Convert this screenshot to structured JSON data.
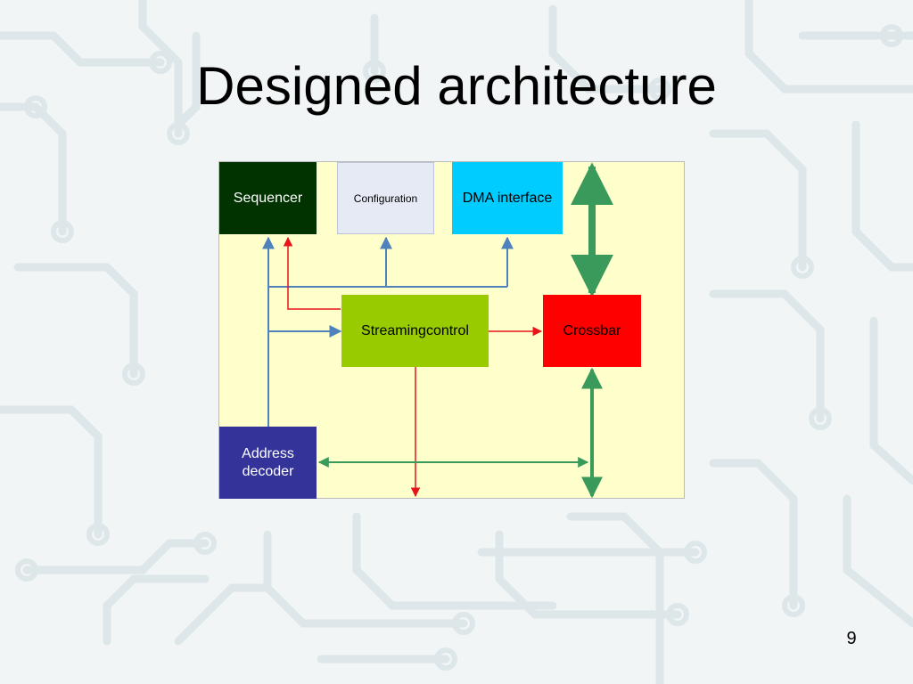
{
  "slide": {
    "title": "Designed architecture",
    "page_number": "9"
  },
  "diagram": {
    "background_color": "#ffffcc",
    "blocks": {
      "sequencer": {
        "label": "Sequencer",
        "color": "#003300",
        "text_color": "#ffffff"
      },
      "configuration": {
        "label": "Configuration",
        "color": "#e6eaf5",
        "text_color": "#000000"
      },
      "dma_interface": {
        "label": "DMA interface",
        "color": "#00ccff",
        "text_color": "#000000"
      },
      "streamingcontrol": {
        "label": "Streamingcontrol",
        "color": "#99cc00",
        "text_color": "#000000"
      },
      "crossbar": {
        "label": "Crossbar",
        "color": "#ff0000",
        "text_color": "#000000"
      },
      "address_decoder": {
        "label": "Address\ndecoder",
        "color": "#333399",
        "text_color": "#ffffff"
      }
    },
    "connection_colors": {
      "control_bus": "#4f81bd",
      "data_signal": "#e8141c",
      "data_bus": "#3a9a5c"
    }
  }
}
